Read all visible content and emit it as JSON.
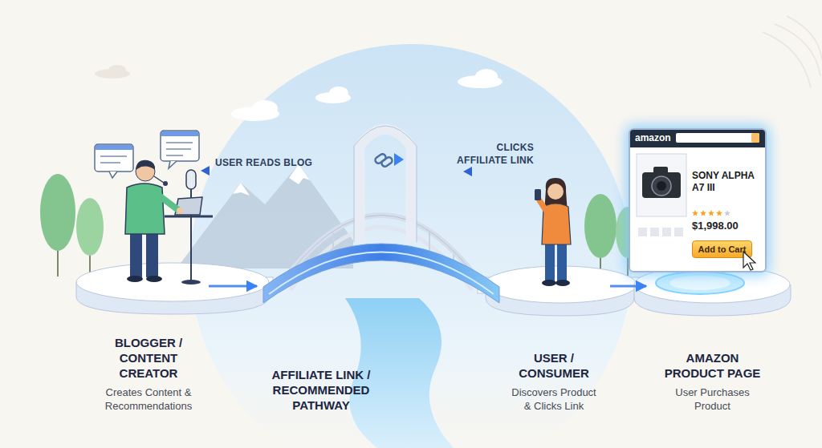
{
  "diagram": {
    "nodes": [
      {
        "text": [
          "BLOGGER / CONTENT CREATOR",
          "Creates Content & Recommendations"
        ]
      },
      {
        "text": [
          "AFFILIATE LINK / RECOMMENDED PATHWAY"
        ]
      },
      {
        "text": [
          "USER / CONSUMER",
          "Discovers Product & Clicks Link"
        ]
      },
      {
        "text": [
          "AMAZON PRODUCT PAGE",
          "User Purchases Product"
        ]
      },
      {
        "text": [
          "amazon",
          "SONY ALPHA A7 III",
          "$1,998.00"
        ]
      },
      {
        "text": [
          "Add to Cart"
        ],
        "in": 4
      }
    ],
    "edges": [
      {
        "from": 0,
        "to": 1,
        "arrow": "to"
      },
      {
        "from": 2,
        "to": 3,
        "arrow": "to"
      }
    ],
    "labels": [
      "USER READS BLOG",
      "CLICKS AFFILIATE LINK"
    ]
  }
}
